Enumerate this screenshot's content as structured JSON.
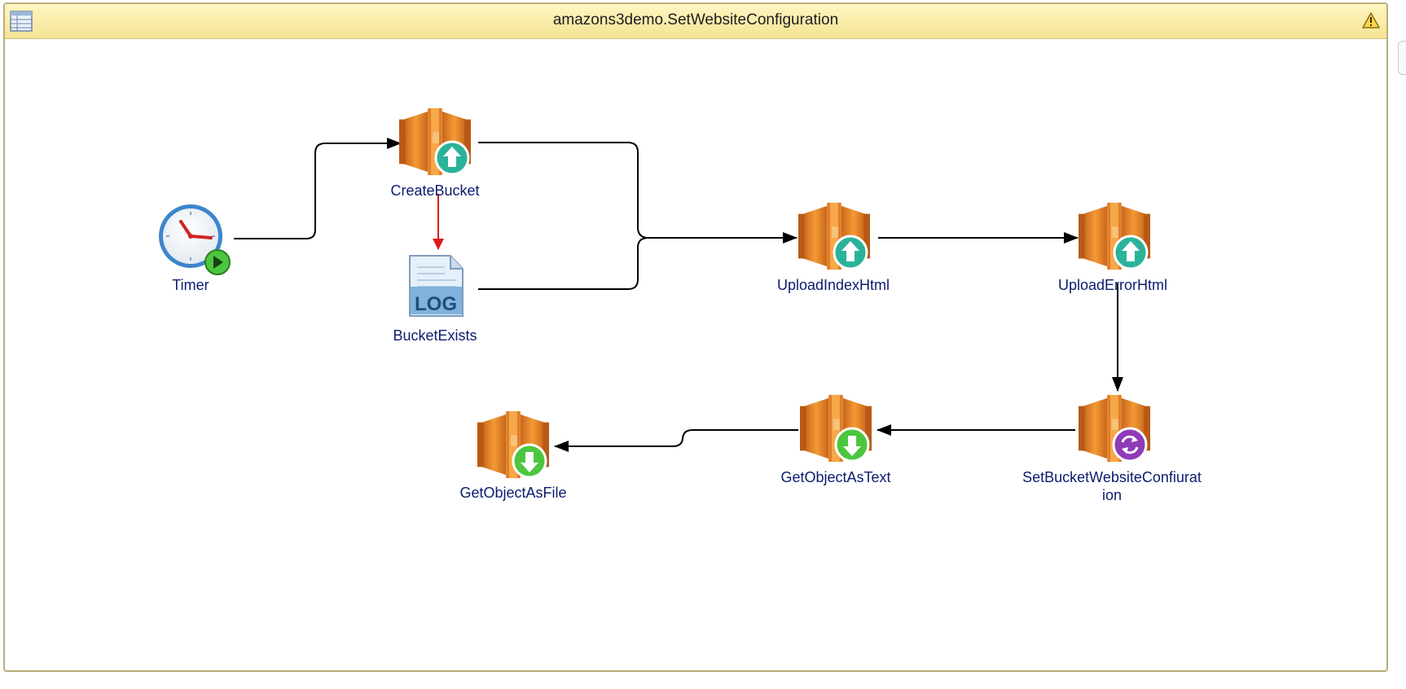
{
  "window": {
    "title": "amazons3demo.SetWebsiteConfiguration"
  },
  "icons": {
    "grid": "table-grid-icon",
    "warning": "warning-triangle-icon",
    "timer": "clock-timer-icon",
    "s3": "amazon-s3-bucket-icon",
    "log": "log-file-icon",
    "upload_badge": "upload-arrow-badge",
    "download_badge": "download-arrow-badge",
    "config_badge": "refresh-config-badge",
    "play_badge": "play-badge"
  },
  "colors": {
    "title_bar": "#f4e394",
    "s3_orange": "#e88a2c",
    "upload_badge": "#2bb39a",
    "download_badge": "#4cc63f",
    "config_badge": "#8f3bb7",
    "error_connector": "#e01b1b",
    "label": "#0c1b6e"
  },
  "nodes": {
    "timer": {
      "label": "Timer"
    },
    "create_bucket": {
      "label": "CreateBucket"
    },
    "bucket_exists": {
      "label": "BucketExists",
      "icon_text": "LOG"
    },
    "upload_index": {
      "label": "UploadIndexHtml"
    },
    "upload_error": {
      "label": "UploadErrorHtml"
    },
    "set_config": {
      "label_line1": "SetBucketWebsiteConfiurat",
      "label_line2": "ion"
    },
    "get_text": {
      "label": "GetObjectAsText"
    },
    "get_file": {
      "label": "GetObjectAsFile"
    }
  },
  "edges": [
    {
      "from": "timer",
      "to": "create_bucket",
      "type": "success"
    },
    {
      "from": "create_bucket",
      "to": "bucket_exists",
      "type": "error"
    },
    {
      "from": "create_bucket",
      "to": "upload_index",
      "type": "success"
    },
    {
      "from": "bucket_exists",
      "to": "upload_index",
      "type": "success"
    },
    {
      "from": "upload_index",
      "to": "upload_error",
      "type": "success"
    },
    {
      "from": "upload_error",
      "to": "set_config",
      "type": "success"
    },
    {
      "from": "set_config",
      "to": "get_text",
      "type": "success"
    },
    {
      "from": "get_text",
      "to": "get_file",
      "type": "success"
    }
  ]
}
